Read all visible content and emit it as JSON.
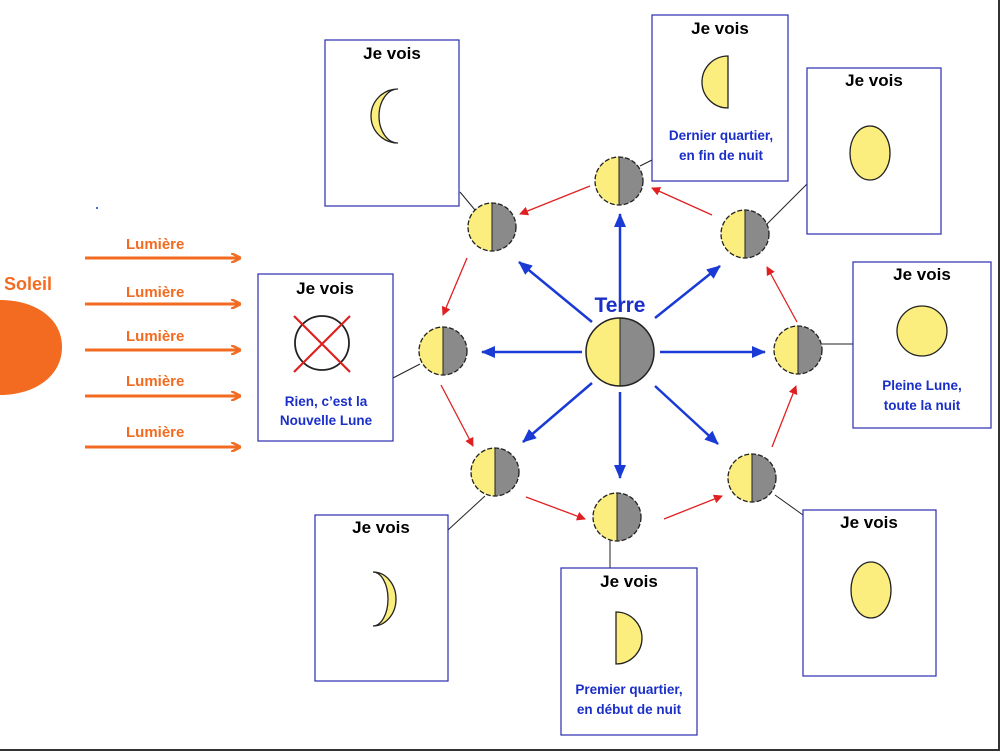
{
  "sun": {
    "label": "Soleil",
    "color": "#f26b21"
  },
  "light": {
    "label": "Lumière",
    "color": "#f26b21",
    "arrows": [
      "Lumière",
      "Lumière",
      "Lumière",
      "Lumière",
      "Lumière"
    ]
  },
  "earth": {
    "label": "Terre",
    "label_color": "#1a2ec8"
  },
  "colors": {
    "moon_lit": "#fbee7e",
    "moon_dark": "#8a8a8a",
    "box_border": "#2b2bb0",
    "phase_text": "#1a2ec8",
    "orbit_arrow": "#e02020",
    "ray_arrow": "#1a3ad6",
    "cross": "#e02020"
  },
  "boxes": {
    "top_left": {
      "title": "Je vois",
      "caption_1": "",
      "caption_2": ""
    },
    "top": {
      "title": "Je vois",
      "caption_1": "Dernier quartier,",
      "caption_2": "en fin de nuit"
    },
    "top_right": {
      "title": "Je vois",
      "caption_1": "",
      "caption_2": ""
    },
    "right": {
      "title": "Je vois",
      "caption_1": "Pleine Lune,",
      "caption_2": "toute la nuit"
    },
    "bottom_right": {
      "title": "Je vois",
      "caption_1": "",
      "caption_2": ""
    },
    "bottom": {
      "title": "Je vois",
      "caption_1": "Premier quartier,",
      "caption_2": "en début de nuit"
    },
    "bottom_left": {
      "title": "Je vois",
      "caption_1": "",
      "caption_2": ""
    },
    "left": {
      "title": "Je vois",
      "caption_1": "Rien, c’est la",
      "caption_2": "Nouvelle Lune"
    }
  }
}
